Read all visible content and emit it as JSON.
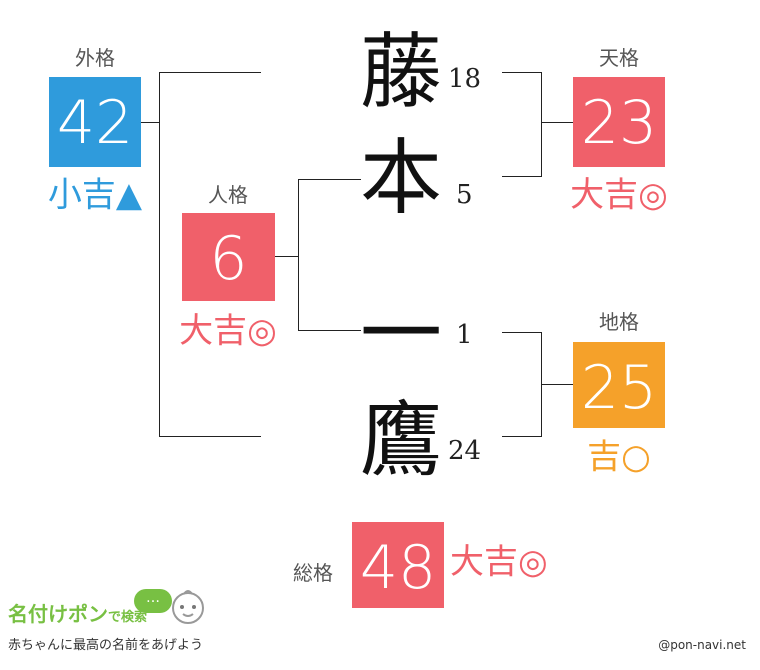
{
  "name": {
    "chars": [
      {
        "char": "藤",
        "strokes": "18"
      },
      {
        "char": "本",
        "strokes": "5"
      },
      {
        "char": "一",
        "strokes": "1"
      },
      {
        "char": "鷹",
        "strokes": "24"
      }
    ]
  },
  "gaikaku": {
    "label": "外格",
    "value": "42",
    "verdict": "小吉▲",
    "color": "#2f9bdc"
  },
  "tenkaku": {
    "label": "天格",
    "value": "23",
    "verdict": "大吉◎",
    "color": "#f0606a"
  },
  "jinkaku": {
    "label": "人格",
    "value": "6",
    "verdict": "大吉◎",
    "color": "#f0606a"
  },
  "chikaku": {
    "label": "地格",
    "value": "25",
    "verdict": "吉○",
    "color": "#f5a12a"
  },
  "soukaku": {
    "label": "総格",
    "value": "48",
    "verdict": "大吉◎",
    "color": "#f0606a"
  },
  "brand": {
    "name": "名付けポン",
    "search": "で検索",
    "bubble": "…",
    "tagline": "赤ちゃんに最高の名前をあげよう",
    "credit": "@pon-navi.net"
  }
}
